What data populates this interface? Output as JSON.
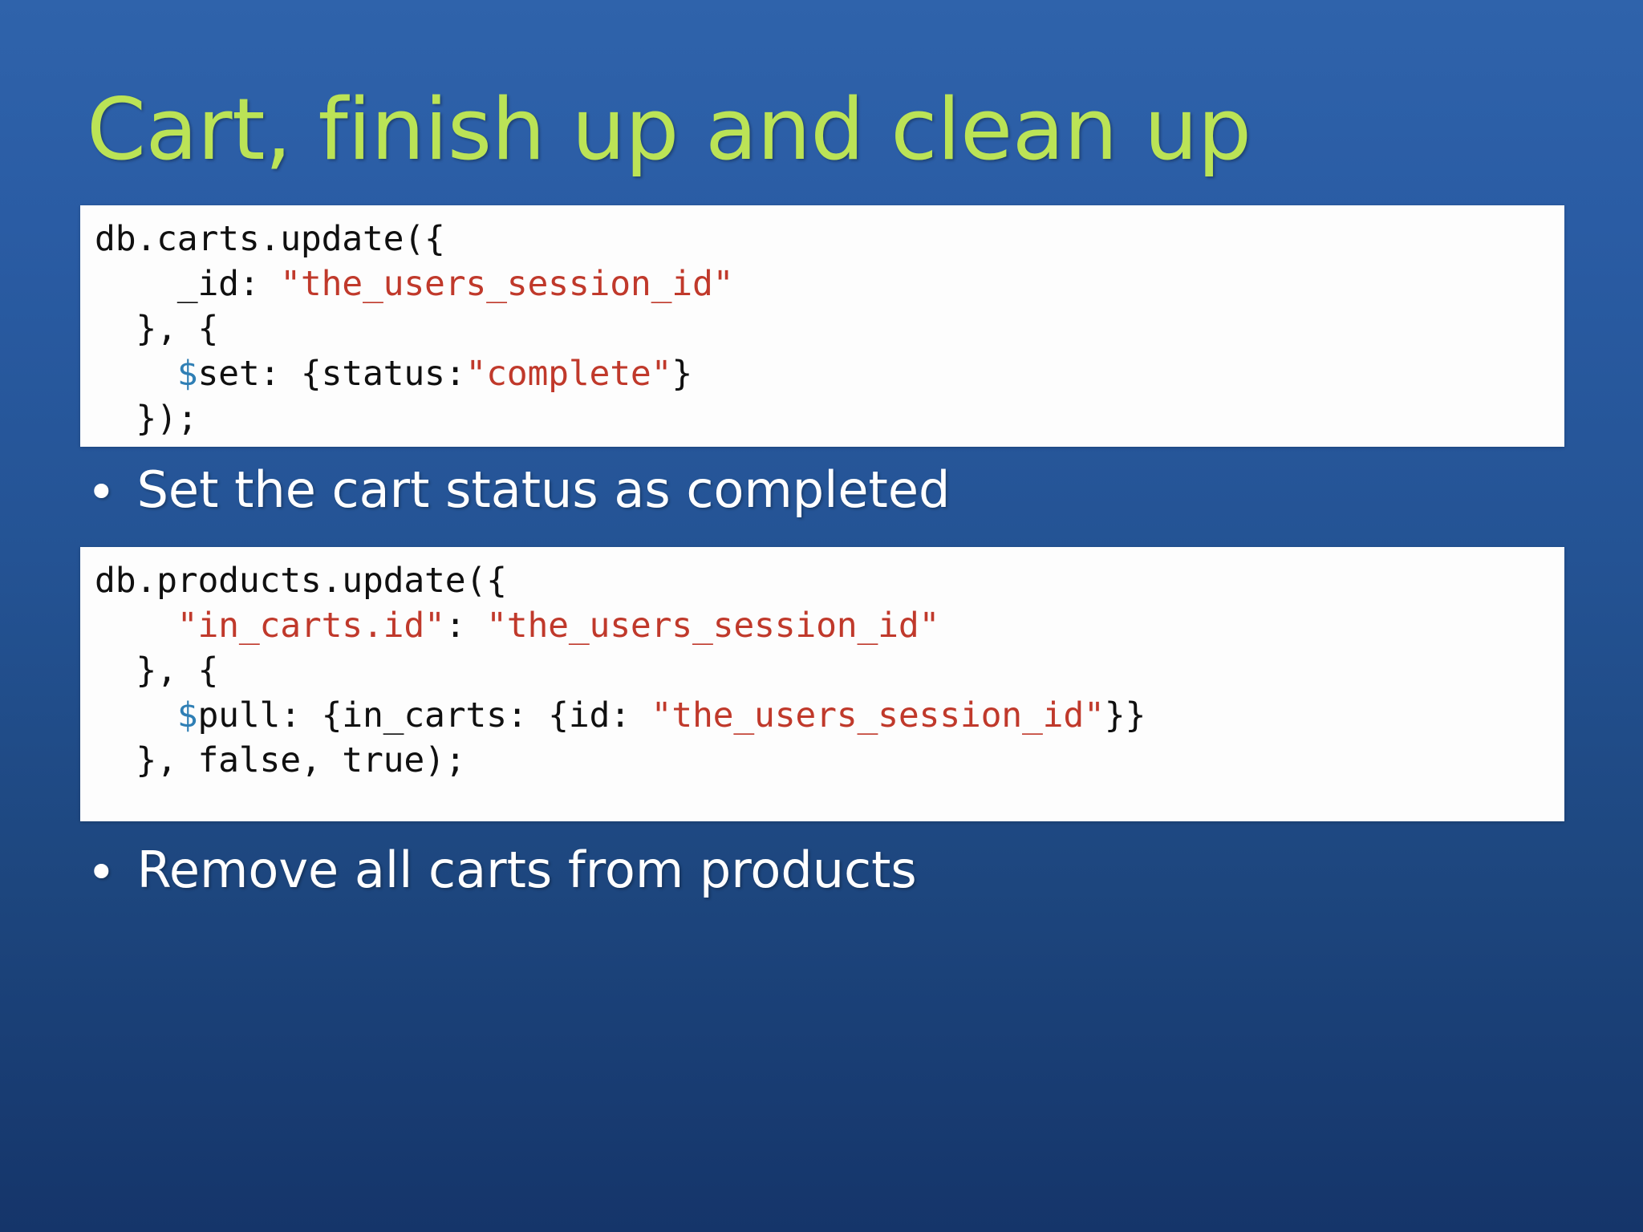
{
  "slide": {
    "title": "Cart, finish up and clean up",
    "background_top_color": "#2f63ab",
    "background_bottom_color": "#15356a",
    "title_color": "#bbe356",
    "body_text_color": "#ffffff",
    "code_background_color": "#fdfdfd",
    "code_text_color": "#101010",
    "code_string_color": "#c0392b",
    "code_operator_color": "#2f7fb5",
    "bullet_glyph": "bullet-dot-icon"
  },
  "code_blocks": [
    {
      "name": "carts-update-snippet",
      "lines": [
        [
          {
            "t": "db.carts.update({",
            "c": "plain"
          }
        ],
        [
          {
            "t": "    _id: ",
            "c": "plain"
          },
          {
            "t": "\"the_users_session_id\"",
            "c": "string"
          }
        ],
        [
          {
            "t": "  }, {",
            "c": "plain"
          }
        ],
        [
          {
            "t": "    ",
            "c": "plain"
          },
          {
            "t": "$",
            "c": "op"
          },
          {
            "t": "set: {status:",
            "c": "plain"
          },
          {
            "t": "\"complete\"",
            "c": "string"
          },
          {
            "t": "}",
            "c": "plain"
          }
        ],
        [
          {
            "t": "  });",
            "c": "plain"
          }
        ]
      ]
    },
    {
      "name": "products-update-snippet",
      "lines": [
        [
          {
            "t": "db.products.update({",
            "c": "plain"
          }
        ],
        [
          {
            "t": "    ",
            "c": "plain"
          },
          {
            "t": "\"in_carts.id\"",
            "c": "string"
          },
          {
            "t": ": ",
            "c": "plain"
          },
          {
            "t": "\"the_users_session_id\"",
            "c": "string"
          }
        ],
        [
          {
            "t": "  }, {",
            "c": "plain"
          }
        ],
        [
          {
            "t": "    ",
            "c": "plain"
          },
          {
            "t": "$",
            "c": "op"
          },
          {
            "t": "pull: {in_carts: {id: ",
            "c": "plain"
          },
          {
            "t": "\"the_users_session_id\"",
            "c": "string"
          },
          {
            "t": "}}",
            "c": "plain"
          }
        ],
        [
          {
            "t": "  }, false, true);",
            "c": "plain"
          }
        ]
      ]
    }
  ],
  "bullets": [
    {
      "dot": "•",
      "text": "Set the cart status as completed"
    },
    {
      "dot": "•",
      "text": "Remove all carts from products"
    }
  ]
}
